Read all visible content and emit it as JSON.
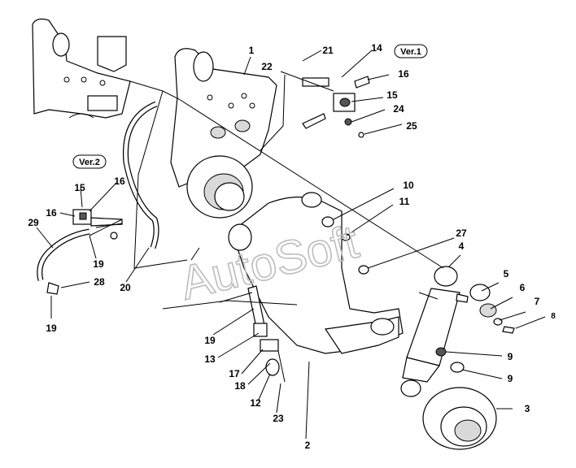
{
  "watermark": "AutoSoft",
  "versions": {
    "ver1": "Ver.1",
    "ver2": "Ver.2"
  },
  "callouts": [
    "1",
    "2",
    "3",
    "4",
    "5",
    "6",
    "7",
    "8",
    "9",
    "9",
    "10",
    "11",
    "12",
    "13",
    "14",
    "15",
    "15",
    "16",
    "16",
    "16",
    "17",
    "18",
    "19",
    "19",
    "19",
    "20",
    "21",
    "22",
    "23",
    "24",
    "25",
    "27",
    "28",
    "29"
  ]
}
